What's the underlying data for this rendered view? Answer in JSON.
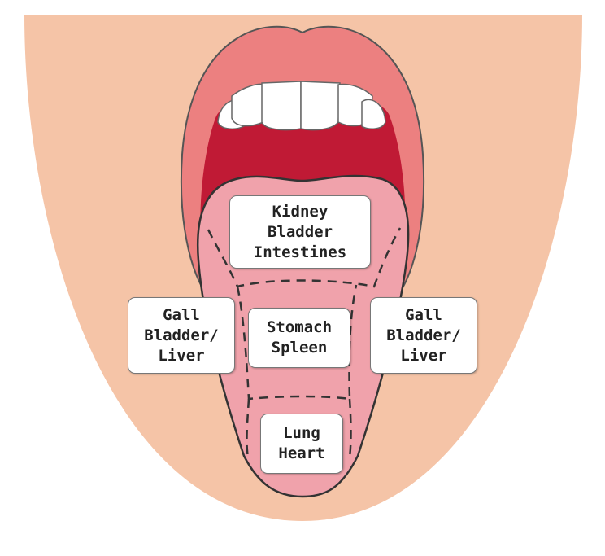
{
  "colors": {
    "face": "#f5c4a7",
    "lips": "#ec8080",
    "mouth": "#c01a35",
    "tongue": "#f0a2ab",
    "teeth": "#ffffff",
    "outline": "#444444"
  },
  "regions": {
    "back": [
      "Kidney",
      "Bladder",
      "Intestines"
    ],
    "left_side": [
      "Gall",
      "Bladder/",
      "Liver"
    ],
    "center": [
      "Stomach",
      "Spleen"
    ],
    "right_side": [
      "Gall",
      "Bladder/",
      "Liver"
    ],
    "tip": [
      "Lung",
      "Heart"
    ]
  }
}
